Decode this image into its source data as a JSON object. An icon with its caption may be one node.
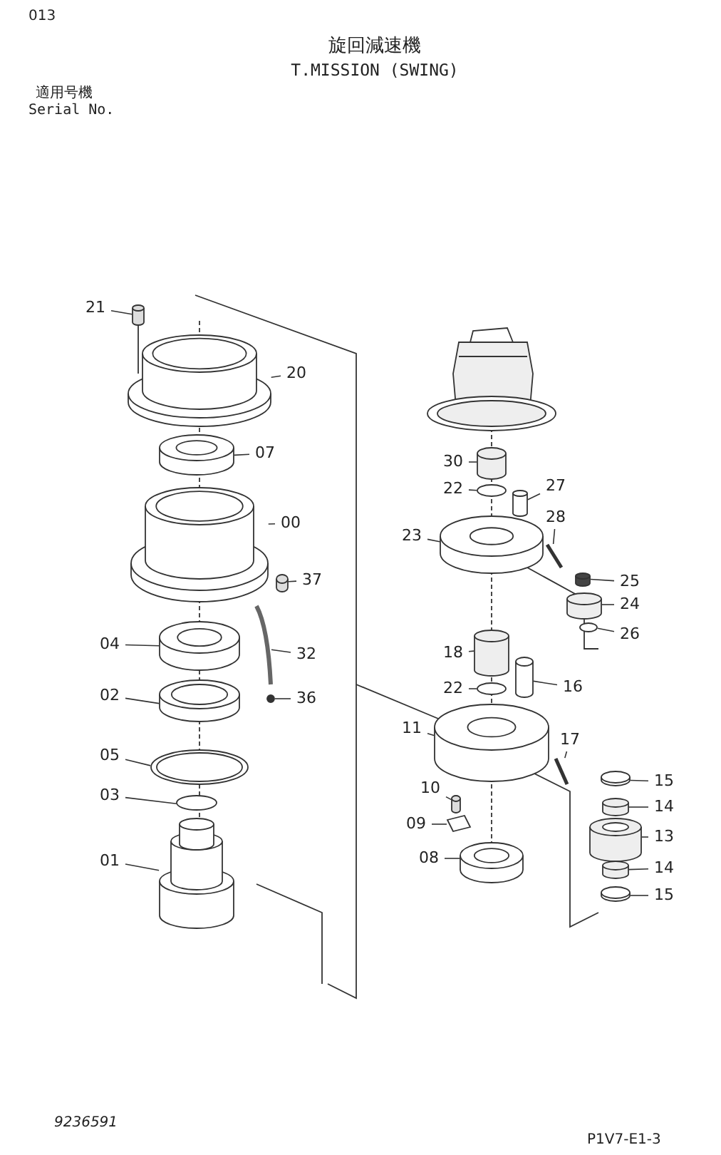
{
  "diagram": {
    "title": "旋回減速機",
    "nodes": [
      {
        "text": [
          "21"
        ]
      },
      {
        "text": [
          "20"
        ]
      },
      {
        "text": [
          "07"
        ]
      },
      {
        "text": [
          "00"
        ]
      },
      {
        "text": [
          "37"
        ]
      },
      {
        "text": [
          "04"
        ]
      },
      {
        "text": [
          "32"
        ]
      },
      {
        "text": [
          "02"
        ]
      },
      {
        "text": [
          "36"
        ]
      },
      {
        "text": [
          "05"
        ]
      },
      {
        "text": [
          "03"
        ]
      },
      {
        "text": [
          "01"
        ]
      },
      {
        "text": [
          "30"
        ]
      },
      {
        "text": [
          "27"
        ]
      },
      {
        "text": [
          "22"
        ]
      },
      {
        "text": [
          "28"
        ]
      },
      {
        "text": [
          "23"
        ]
      },
      {
        "text": [
          "25"
        ]
      },
      {
        "text": [
          "24"
        ]
      },
      {
        "text": [
          "26"
        ]
      },
      {
        "text": [
          "18"
        ]
      },
      {
        "text": [
          "22"
        ]
      },
      {
        "text": [
          "16"
        ]
      },
      {
        "text": [
          "11"
        ]
      },
      {
        "text": [
          "17"
        ]
      },
      {
        "text": [
          "15"
        ]
      },
      {
        "text": [
          "14"
        ]
      },
      {
        "text": [
          "10"
        ]
      },
      {
        "text": [
          "09"
        ]
      },
      {
        "text": [
          "13"
        ]
      },
      {
        "text": [
          "08"
        ]
      },
      {
        "text": [
          "14"
        ]
      },
      {
        "text": [
          "15"
        ]
      },
      {
        "text": [],
        "shape": "cylinder"
      },
      {
        "text": [],
        "shape": "cylinder"
      },
      {
        "text": [],
        "shape": "cylinder"
      },
      {
        "text": [],
        "shape": "cylinder"
      },
      {
        "text": [],
        "shape": "cylinder"
      },
      {
        "text": [],
        "shape": "cylinder"
      },
      {
        "text": [],
        "shape": "bar"
      },
      {
        "text": [],
        "shape": "cylinder"
      },
      {
        "text": [],
        "shape": "circle"
      },
      {
        "text": [],
        "shape": "circle"
      },
      {
        "text": [],
        "shape": "circle"
      },
      {
        "text": [],
        "shape": "cylinder"
      },
      {
        "text": [],
        "shape": "cylinder"
      },
      {
        "text": [],
        "shape": "cylinder"
      },
      {
        "text": [],
        "shape": "circle"
      },
      {
        "text": [],
        "shape": "bar"
      },
      {
        "text": [],
        "shape": "cylinder"
      },
      {
        "text": [],
        "shape": "cylinder"
      },
      {
        "text": [],
        "shape": "cylinder"
      },
      {
        "text": [],
        "shape": "circle"
      },
      {
        "text": [],
        "shape": "cylinder"
      },
      {
        "text": [],
        "shape": "circle"
      },
      {
        "text": [],
        "shape": "cylinder"
      },
      {
        "text": [],
        "shape": "cylinder"
      },
      {
        "text": [],
        "shape": "bar"
      },
      {
        "text": [],
        "shape": "cylinder"
      },
      {
        "text": [],
        "shape": "cylinder"
      },
      {
        "text": [],
        "shape": "cylinder"
      },
      {
        "text": [],
        "shape": "box"
      },
      {
        "text": [],
        "shape": "cylinder"
      },
      {
        "text": [],
        "shape": "cylinder"
      },
      {
        "text": [],
        "shape": "cylinder"
      },
      {
        "text": [],
        "shape": "cylinder"
      }
    ],
    "edges": [
      {
        "from": 0,
        "to": 33,
        "arrow": "none"
      },
      {
        "from": 1,
        "to": 34,
        "arrow": "none"
      },
      {
        "from": 2,
        "to": 35,
        "arrow": "none"
      },
      {
        "from": 3,
        "to": 36,
        "arrow": "none"
      },
      {
        "from": 4,
        "to": 37,
        "arrow": "none"
      },
      {
        "from": 5,
        "to": 38,
        "arrow": "none"
      },
      {
        "from": 6,
        "to": 39,
        "arrow": "none"
      },
      {
        "from": 7,
        "to": 40,
        "arrow": "none"
      },
      {
        "from": 8,
        "to": 41,
        "arrow": "none"
      },
      {
        "from": 9,
        "to": 42,
        "arrow": "none"
      },
      {
        "from": 10,
        "to": 43,
        "arrow": "none"
      },
      {
        "from": 11,
        "to": 44,
        "arrow": "none"
      },
      {
        "from": 12,
        "to": 45,
        "arrow": "none"
      },
      {
        "from": 13,
        "to": 46,
        "arrow": "none"
      },
      {
        "from": 14,
        "to": 47,
        "arrow": "none"
      },
      {
        "from": 15,
        "to": 48,
        "arrow": "none"
      },
      {
        "from": 16,
        "to": 49,
        "arrow": "none"
      },
      {
        "from": 17,
        "to": 50,
        "arrow": "none"
      },
      {
        "from": 18,
        "to": 51,
        "arrow": "none"
      },
      {
        "from": 19,
        "to": 52,
        "arrow": "none"
      },
      {
        "from": 20,
        "to": 53,
        "arrow": "none"
      },
      {
        "from": 21,
        "to": 54,
        "arrow": "none"
      },
      {
        "from": 22,
        "to": 55,
        "arrow": "none"
      },
      {
        "from": 23,
        "to": 56,
        "arrow": "none"
      },
      {
        "from": 24,
        "to": 57,
        "arrow": "none"
      },
      {
        "from": 25,
        "to": 58,
        "arrow": "none"
      },
      {
        "from": 26,
        "to": 59,
        "arrow": "none"
      },
      {
        "from": 27,
        "to": 60,
        "arrow": "none"
      },
      {
        "from": 28,
        "to": 61,
        "arrow": "none"
      },
      {
        "from": 29,
        "to": 62,
        "arrow": "none"
      },
      {
        "from": 30,
        "to": 63,
        "arrow": "none"
      },
      {
        "from": 31,
        "to": 64,
        "arrow": "none"
      },
      {
        "from": 32,
        "to": 65,
        "arrow": "none"
      }
    ],
    "labels": [
      "013",
      "T.MISSION (SWING)",
      "適用号機",
      "Serial No.",
      "9236591",
      "P1V7-E1-3"
    ]
  }
}
